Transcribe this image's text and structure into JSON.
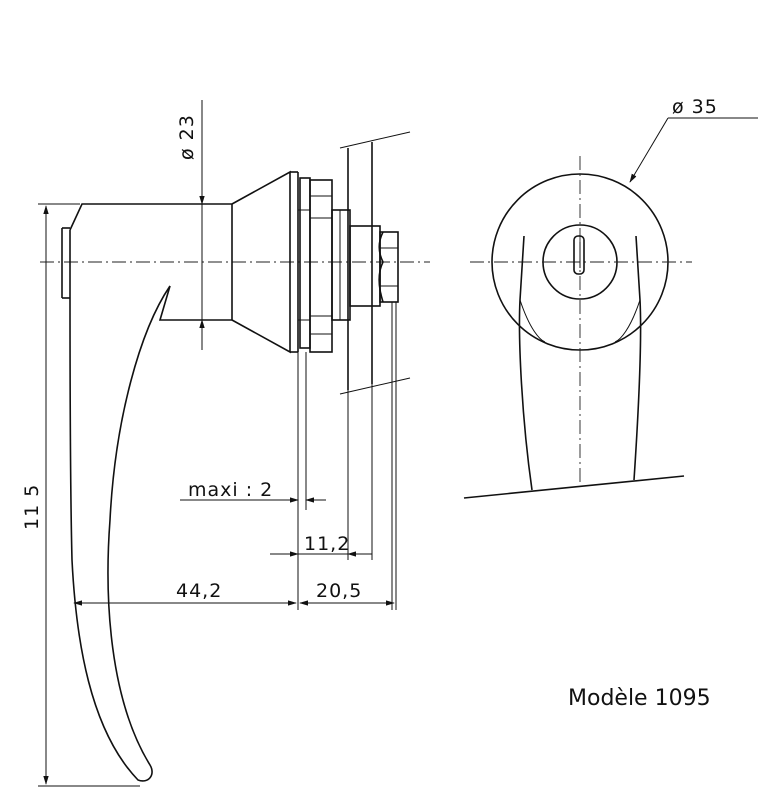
{
  "dimensions": {
    "diameter_handle": "ø 23",
    "diameter_face": "ø 35",
    "height_total": "11 5",
    "max_panel": "maxi : 2",
    "depth_1": "11,2",
    "depth_2": "20,5",
    "length_lever": "44,2"
  },
  "caption": "Modèle 1095"
}
